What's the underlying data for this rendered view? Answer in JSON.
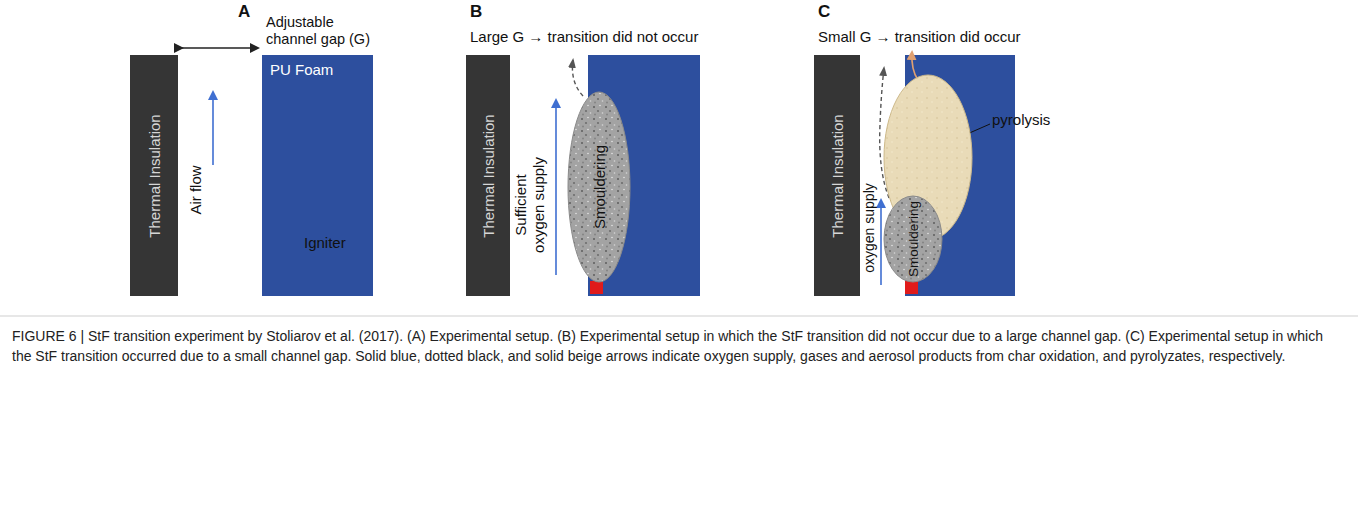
{
  "diagram": {
    "caption": "FIGURE 6 | StF transition experiment by Stoliarov et al. (2017). (A) Experimental setup. (B) Experimental setup in which the StF transition did not occur due to a large channel gap. (C) Experimental setup in which the StF transition occurred due to a small channel gap. Solid blue, dotted black, and solid beige arrows indicate oxygen supply, gases and aerosol products from char oxidation, and pyrolyzates, respectively.",
    "nodes": [
      {
        "text": [
          "Thermal Insulation"
        ]
      },
      {
        "text": [
          "PU Foam"
        ]
      },
      {
        "text": [
          "Thermal Insulation"
        ]
      },
      {
        "text": [
          "Smouldering"
        ]
      },
      {
        "text": [
          "Thermal Insulation"
        ]
      },
      {
        "text": [
          "pyrolysis"
        ]
      },
      {
        "text": [
          "Smouldering"
        ]
      }
    ],
    "labels": [
      "A",
      "Adjustable channel gap (G)",
      "Air flow",
      "Igniter",
      "B",
      "Large G → transition did not occur",
      "Sufficient oxygen supply",
      "C",
      "Small G → transition did occur",
      "oxygen supply"
    ]
  }
}
